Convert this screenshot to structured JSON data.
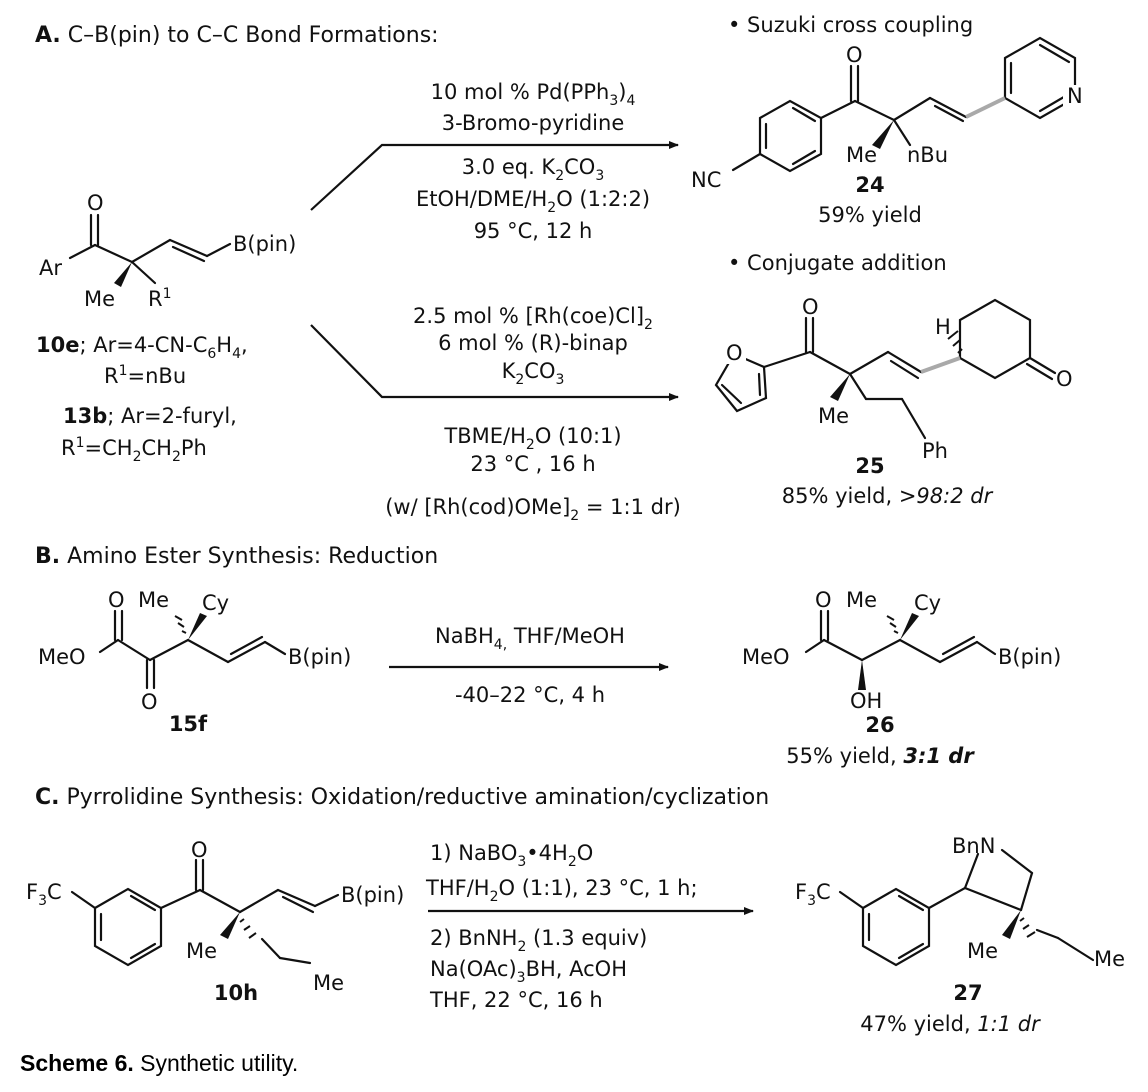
{
  "figure": {
    "colors": {
      "ink": "#111111",
      "new_bond": "#a9a9a9",
      "background": "#ffffff"
    },
    "caption": {
      "label": "Scheme 6.",
      "text": " Synthetic utility."
    },
    "section_a": {
      "header_letter": "A.",
      "header_text": " C–B(pin) to C–C Bond Formations:",
      "start": {
        "labels": {
          "ar": "Ar",
          "me": "Me",
          "r1": "R",
          "r1_sup": "1",
          "bpin": "B(pin)",
          "o": "O"
        },
        "line1_bold": "10e",
        "line1_rest": "; Ar=4-CN-C",
        "line1_sub": "6",
        "line1_h": "H",
        "line1_sub2": "4",
        "line1_end": ",",
        "line2_pre": "R",
        "line2_sup": "1",
        "line2_end": "=nBu",
        "line3_bold": "13b",
        "line3_rest": "; Ar=2-furyl,",
        "line4_pre": "R",
        "line4_sup": "1",
        "line4_mid": "=CH",
        "line4_sub": "2",
        "line4_mid2": "CH",
        "line4_sub2": "2",
        "line4_end": "Ph"
      },
      "top_conditions": {
        "l1_pre": "10 mol % Pd(PPh",
        "l1_sub": "3",
        "l1_post": ")",
        "l1_sub2": "4",
        "l2": "3-Bromo-pyridine",
        "l3_pre": "3.0 eq. K",
        "l3_sub": "2",
        "l3_mid": "CO",
        "l3_sub2": "3",
        "l4_pre": "EtOH/DME/H",
        "l4_sub": "2",
        "l4_post": "O (1:2:2)",
        "l5": "95 °C, 12 h"
      },
      "bottom_conditions": {
        "l1_pre": "2.5 mol % [Rh(coe)Cl]",
        "l1_sub": "2",
        "l2": "6 mol % (R)-binap",
        "l3_pre": "K",
        "l3_sub": "2",
        "l3_mid": "CO",
        "l3_sub2": "3",
        "l4_pre": "TBME/H",
        "l4_sub": "2",
        "l4_post": "O (10:1)",
        "l5": "23 °C , 16 h",
        "l6_pre": "(w/  [Rh(cod)OMe]",
        "l6_sub": "2",
        "l6_post": " = 1:1 dr)"
      },
      "suzuki": {
        "title": "• Suzuki cross coupling",
        "labels": {
          "nc": "NC",
          "o": "O",
          "n": "N",
          "me": "Me",
          "nbu": "nBu"
        },
        "compound": "24",
        "yield": "59% yield"
      },
      "conjugate": {
        "title": "• Conjugate addition",
        "labels": {
          "o_furan": "O",
          "o_ketone": "O",
          "o_ring": "O",
          "h": "H",
          "me": "Me",
          "ph": "Ph"
        },
        "compound": "25",
        "yield_text": "85% yield, ",
        "dr_text": ">98:2 dr"
      }
    },
    "section_b": {
      "header_letter": "B.",
      "header_text": " Amino Ester Synthesis: Reduction",
      "start": {
        "labels": {
          "meo": "MeO",
          "o_top": "O",
          "o_bottom": "O",
          "me": "Me",
          "cy": "Cy",
          "bpin": "B(pin)"
        },
        "compound": "15f"
      },
      "conditions": {
        "l1_pre": "NaBH",
        "l1_sub": "4,",
        "l1_post": " THF/MeOH",
        "l2": "-40–22 °C, 4 h"
      },
      "product": {
        "labels": {
          "meo": "MeO",
          "o_top": "O",
          "oh": "OH",
          "me": "Me",
          "cy": "Cy",
          "bpin": "B(pin)"
        },
        "compound": "26",
        "yield_text": "55% yield, ",
        "dr_text": "3:1 dr"
      }
    },
    "section_c": {
      "header_letter": "C.",
      "header_text": " Pyrrolidine Synthesis: Oxidation/reductive amination/cyclization",
      "start": {
        "labels": {
          "f3c_pre": "F",
          "f3c_sub": "3",
          "f3c_post": "C",
          "o": "O",
          "me": "Me",
          "me_chain": "Me",
          "bpin": "B(pin)"
        },
        "compound": "10h"
      },
      "conditions": {
        "l1_pre": "1) NaBO",
        "l1_sub": "3",
        "l1_mid": "•4H",
        "l1_sub2": "2",
        "l1_post": "O",
        "l2_pre": "THF/H",
        "l2_sub": "2",
        "l2_post": "O (1:1), 23 °C, 1 h;",
        "l3_pre": "2) BnNH",
        "l3_sub": "2",
        "l3_post": " (1.3 equiv)",
        "l4_pre": "Na(OAc)",
        "l4_sub": "3",
        "l4_post": "BH, AcOH",
        "l5": "THF, 22 °C, 16 h"
      },
      "product": {
        "labels": {
          "f3c_pre": "F",
          "f3c_sub": "3",
          "f3c_post": "C",
          "bnn": "BnN",
          "me": "Me",
          "me_chain": "Me"
        },
        "compound": "27",
        "yield_text": "47% yield, ",
        "dr_text": "1:1 dr"
      }
    }
  }
}
